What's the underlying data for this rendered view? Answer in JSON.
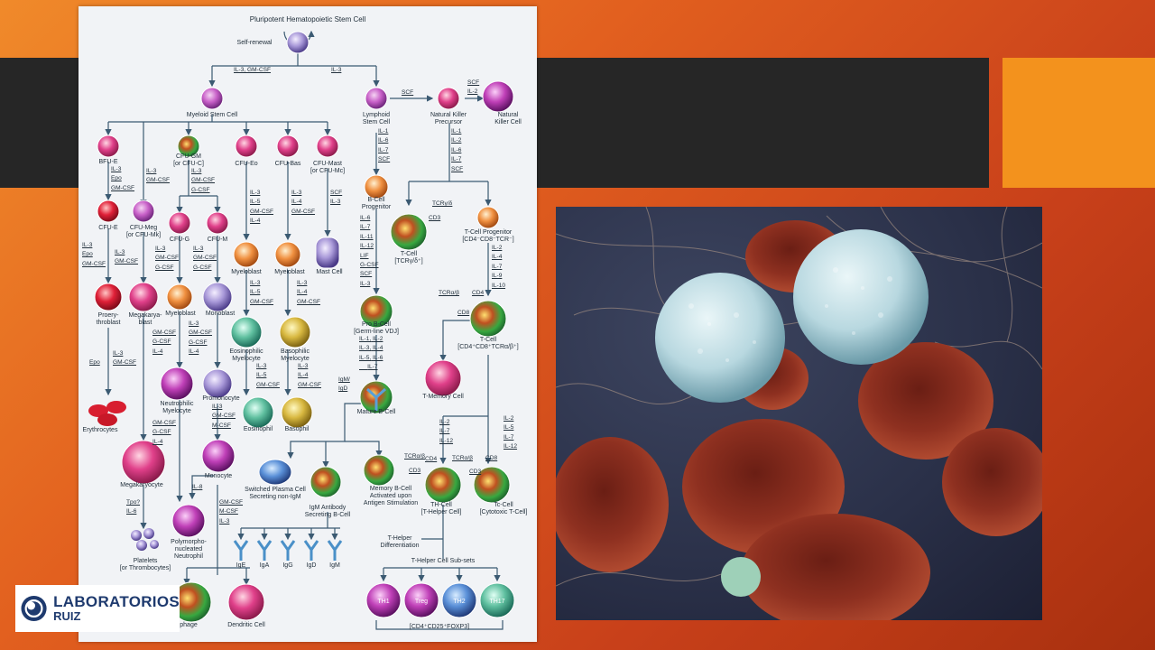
{
  "diagram": {
    "title": "Pluripotent Hematopoietic Stem Cell",
    "self_renewal": "Self-renewal",
    "top_left_cytokines": "IL-3, GM-CSF",
    "top_right_cytokines": "IL-3",
    "nodes": {
      "myeloid": "Myeloid Stem Cell",
      "lymphoid": [
        "Lymphoid",
        "Stem Cell"
      ],
      "nk_precursor": [
        "Natural Killer",
        "Precursor"
      ],
      "nk_cell": [
        "Natural",
        "Killer Cell"
      ],
      "bfu_e": "BFU-E",
      "cfu_gm": [
        "CFU-GM",
        "[or CFU-C]"
      ],
      "cfu_eo": "CFU-Eo",
      "cfu_bas": "CFU-Bas",
      "cfu_mast": [
        "CFU-Mast",
        "[or CFU-Mc]"
      ],
      "cfu_e": "CFU-E",
      "cfu_meg": [
        "CFU-Meg",
        "[or CFU-Mk]"
      ],
      "cfu_g": "CFU-G",
      "cfu_m": "CFU-M",
      "proerythroblast": [
        "Proery-",
        "throblast"
      ],
      "megakaryoblast": [
        "Megakarya-",
        "blast"
      ],
      "myeloblast_g": "Myeloblast",
      "monoblast": "Monoblast",
      "myeloblast_eo": "Myeloblast",
      "myeloblast_bas": "Myeloblast",
      "mast_cell": "Mast Cell",
      "eos_myelocyte": [
        "Eosinophilic",
        "Myelocyte"
      ],
      "bas_myelocyte": [
        "Basophilic",
        "Myelocyte"
      ],
      "erythrocytes": "Erythrocytes",
      "neut_myelocyte": [
        "Neutrophilic",
        "Myelocyte"
      ],
      "promonocyte": "Promonocyte",
      "eosinophil": "Eosinophil",
      "basophil": "Basophil",
      "megakaryocyte": "Megakaryocyte",
      "monocyte": "Monocyte",
      "platelets": [
        "Platelets",
        "[or Thrombocytes]"
      ],
      "neutrophil": [
        "Polymorpho-",
        "nucleated",
        "Neutrophil"
      ],
      "macrophage": "phage",
      "dendritic": "Dendritic Cell",
      "b_progenitor": [
        "B-Cell",
        "Progenitor"
      ],
      "t_cell_gd": [
        "T-Cell",
        "[TCRγ/δ⁺]"
      ],
      "t_progenitor": [
        "T-Cell Progenitor",
        "[CD4⁻CD8⁻TCR⁻]"
      ],
      "pro_b": [
        "Pro B-Cell",
        "[Germ-line VDJ]"
      ],
      "t_cell_dp": [
        "T-Cell",
        "[CD4⁺CD8⁺TCRα/β⁺]"
      ],
      "mature_b": "Mature B-Cell",
      "t_memory": "T-Memory Cell",
      "plasma": [
        "Switched Plasma Cell",
        "Secreting non-IgM"
      ],
      "igm_secreting": [
        "IgM Antibody",
        "Secreting B-Cell"
      ],
      "memory_b": [
        "Memory B-Cell",
        "Activated upon",
        "Antigen Stimulation"
      ],
      "th_cell": [
        "TH-Cell",
        "[T-Helper Cell]"
      ],
      "tc_cell": [
        "Tc-Cell",
        "[Cytotoxic T-Cell]"
      ],
      "th_diff": [
        "T-Helper",
        "Differentiation"
      ],
      "th_subsets": "T-Helper Cell Sub-sets",
      "th_bottom": "[CD4⁺CD25⁺FOXP3]"
    },
    "antibodies": [
      "IgE",
      "IgA",
      "IgG",
      "IgD",
      "IgM"
    ],
    "subsets": [
      "TH1",
      "Treg",
      "TH2",
      "TH17"
    ],
    "receptor_labels": {
      "tcr_gd": "TCRγ/δ",
      "cd3_gd": "CD3",
      "tcr_ab": "TCRα/β",
      "cd4": "CD4",
      "cd8": "CD8",
      "th_tcr": "TCRα/β",
      "th_cd4": "CD4",
      "th_cd3": "CD3",
      "tc_tcr": "TCRα/β",
      "tc_cd8": "CD8",
      "tc_cd3": "CD3",
      "igm_igd": [
        "IgM/",
        "IgD"
      ]
    },
    "cytokines": {
      "scf_nk": "SCF",
      "nk_final": [
        "SCF",
        "IL-2"
      ],
      "bfu_cfue": [
        "IL-3",
        "Epo",
        "GM-CSF"
      ],
      "meg": [
        "IL-3",
        "GM-CSF"
      ],
      "cfugm": [
        "IL-3",
        "GM-CSF",
        "G-CSF"
      ],
      "lymph_b": [
        "IL-1",
        "IL-6",
        "IL-7",
        "SCF"
      ],
      "nk_t": [
        "IL-1",
        "IL-2",
        "IL-6",
        "IL-7",
        "SCF"
      ],
      "cfue_pro": [
        "IL-3",
        "Epo",
        "GM-CSF"
      ],
      "meg_blast": [
        "IL-3",
        "GM-CSF"
      ],
      "cfug": [
        "IL-3",
        "GM-CSF",
        "G-CSF"
      ],
      "cfum": [
        "IL-3",
        "GM-CSF",
        "G-CSF"
      ],
      "eo": [
        "IL-3",
        "IL-5",
        "GM-CSF",
        "IL-4"
      ],
      "bas": [
        "IL-3",
        "IL-4",
        "GM-CSF"
      ],
      "mast": [
        "SCF",
        "IL-3"
      ],
      "b_prog": [
        "IL-6",
        "IL-7",
        "IL-11",
        "IL-12",
        "LIF",
        "G-CSF",
        "SCF",
        "IL-3"
      ],
      "t_prog": [
        "IL-2",
        "IL-4",
        "IL-7",
        "IL-9",
        "IL-10"
      ],
      "epo": [
        "Epo"
      ],
      "megablast2": [
        "IL-3",
        "GM-CSF"
      ],
      "myelo_g": [
        "GM-CSF",
        "G-CSF",
        "IL-4"
      ],
      "mono": [
        "IL-3",
        "GM-CSF",
        "G-CSF",
        "IL-4"
      ],
      "eo_my": [
        "IL-3",
        "IL-5",
        "GM-CSF"
      ],
      "bas_my": [
        "IL-3",
        "IL-4",
        "GM-CSF"
      ],
      "pro_b": [
        "IL-1,",
        "IL-2",
        "IL-3,",
        "IL-4",
        "IL-5,",
        "IL-6",
        "IL-7"
      ],
      "neut": [
        "GM-CSF",
        "G-CSF",
        "IL-4"
      ],
      "promono": [
        "IL-3",
        "GM-CSF",
        "M-CSF"
      ],
      "tpo": [
        "Tpo?",
        "IL-6"
      ],
      "il8": [
        "IL-8"
      ],
      "mono_out": [
        "GM-CSF",
        "M-CSF",
        "IL-3"
      ],
      "th_cyt": [
        "IL-2",
        "IL-7",
        "IL-12"
      ],
      "tc_cyt": [
        "IL-2",
        "IL-5",
        "IL-7",
        "IL-12"
      ]
    }
  },
  "logo": {
    "line1": "LABORATORIOS",
    "line2": "RUIZ"
  },
  "colors": {
    "band": "#262626",
    "accent_box": "#f3921d",
    "logo_text": "#1e3a6e",
    "line": "#3b5a72"
  }
}
